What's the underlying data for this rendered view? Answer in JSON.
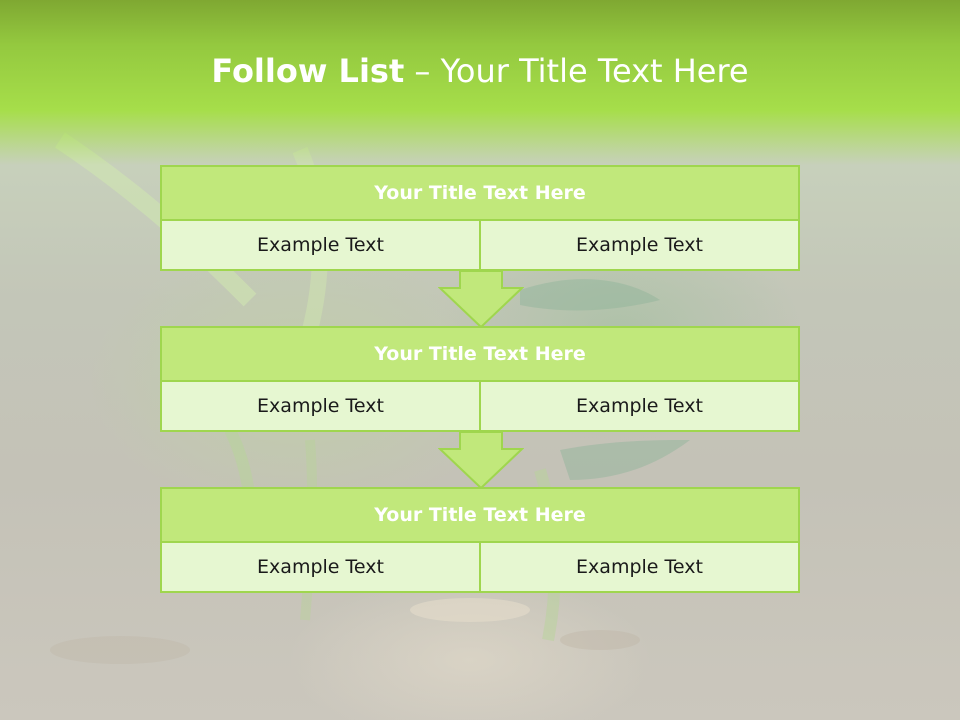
{
  "slide": {
    "title_bold": "Follow List",
    "title_rest": " – Your Title Text Here"
  },
  "blocks": [
    {
      "title": "Your Title Text Here",
      "left": "Example Text",
      "right": "Example Text"
    },
    {
      "title": "Your Title Text Here",
      "left": "Example Text",
      "right": "Example Text"
    },
    {
      "title": "Your Title Text Here",
      "left": "Example Text",
      "right": "Example Text"
    }
  ],
  "colors": {
    "header_band": "#a6de4a",
    "box_title_fill": "#c1e87b",
    "box_cell_fill": "#e6f7d1",
    "box_border": "#9fd64e",
    "arrow_fill": "#c1e87b"
  }
}
